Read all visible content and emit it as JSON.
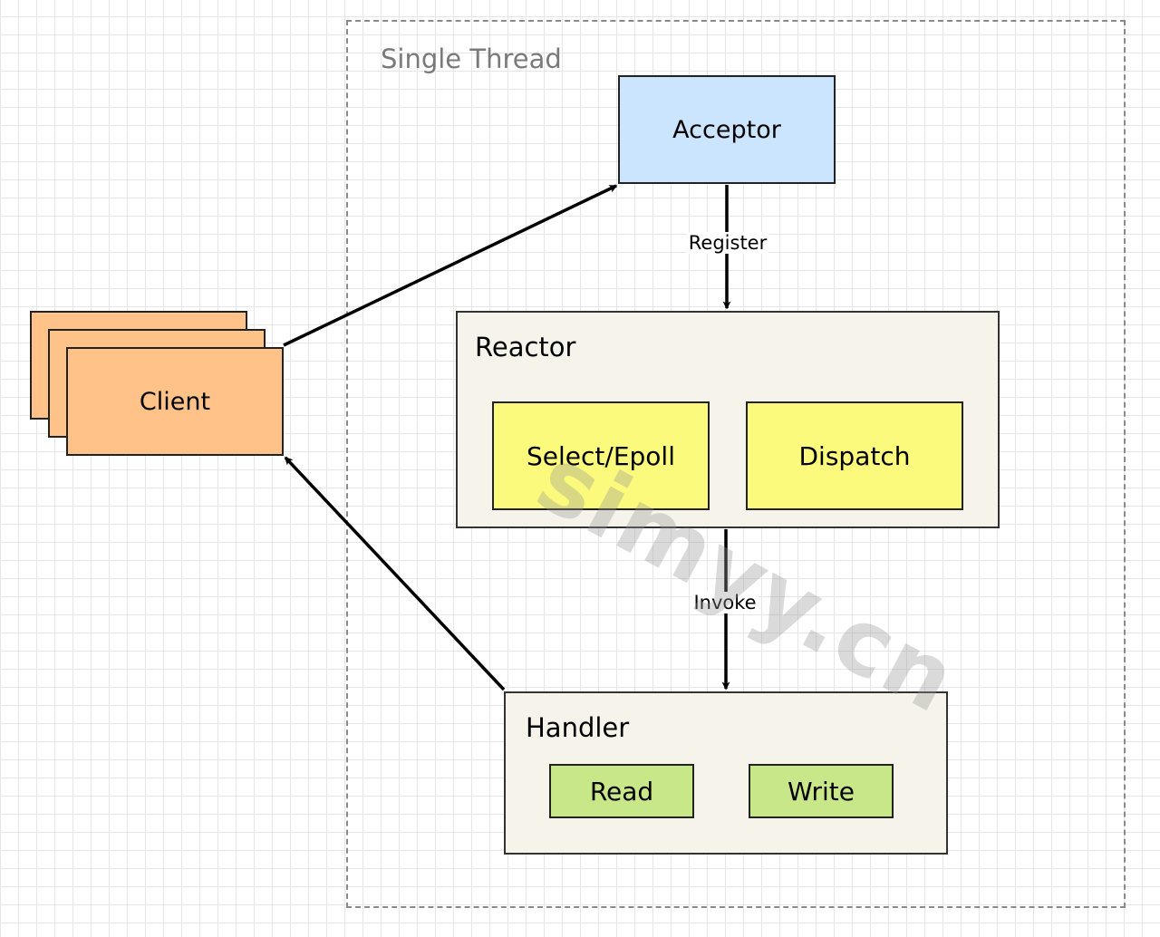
{
  "group": {
    "label": "Single Thread"
  },
  "nodes": {
    "acceptor": "Acceptor",
    "client": "Client",
    "reactor": "Reactor",
    "select_epoll": "Select/Epoll",
    "dispatch": "Dispatch",
    "handler": "Handler",
    "read": "Read",
    "write": "Write"
  },
  "edges": {
    "register": "Register",
    "invoke": "Invoke"
  },
  "watermark": "simyy.cn",
  "colors": {
    "acceptor": "#cce5ff",
    "client": "#ffc38a",
    "container": "#f6f4ea",
    "yellow": "#fbfa7c",
    "green": "#c7e788"
  }
}
